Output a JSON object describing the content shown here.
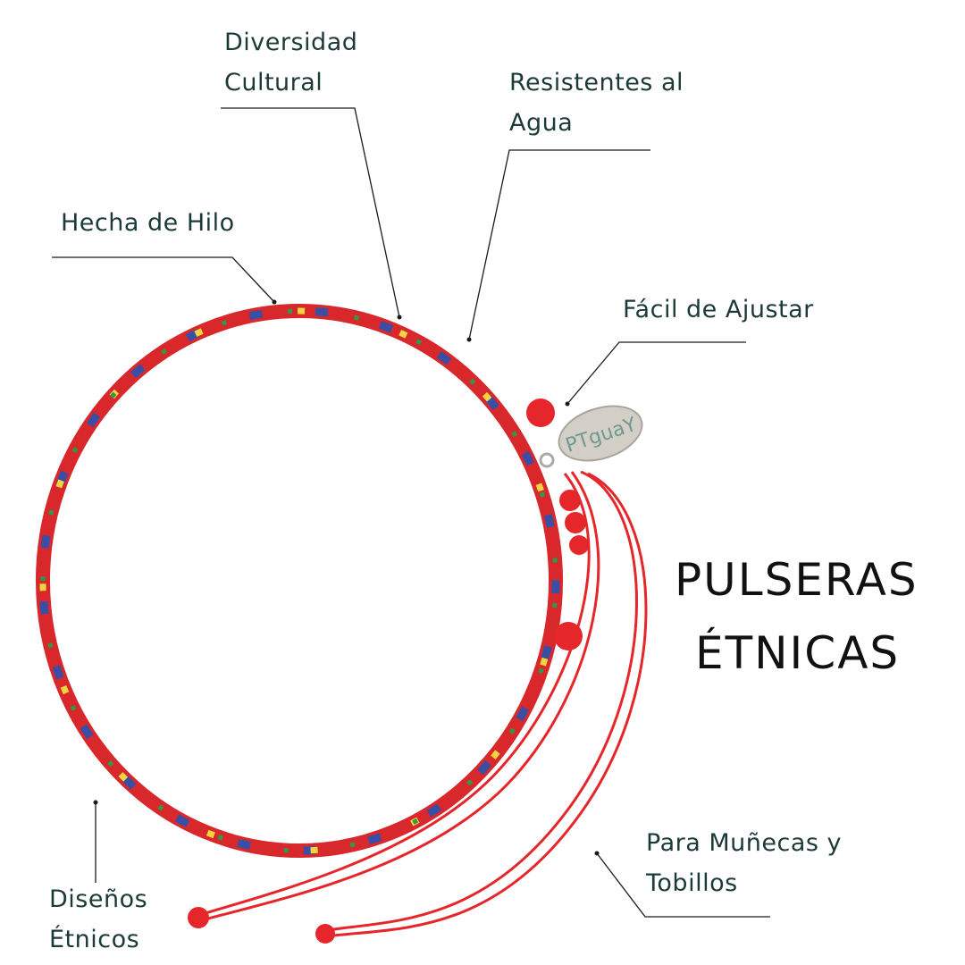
{
  "title": {
    "line1": "PULSERAS",
    "line2": "ÉTNICAS"
  },
  "labels": {
    "diversidad": {
      "line1": "Diversidad",
      "line2": "Cultural"
    },
    "resistentes": {
      "line1": "Resistentes al",
      "line2": "Agua"
    },
    "hilo": {
      "line1": "Hecha de Hilo"
    },
    "ajustar": {
      "line1": "Fácil de Ajustar"
    },
    "munecas": {
      "line1": "Para Muñecas y",
      "line2": "Tobillos"
    },
    "disenos": {
      "line1": "Diseños",
      "line2": "Étnicos"
    }
  },
  "tag_text": "PTguaY",
  "colors": {
    "text": "#1c3a38",
    "bracelet": "#e8302f",
    "tag": "#cfcbc3"
  }
}
